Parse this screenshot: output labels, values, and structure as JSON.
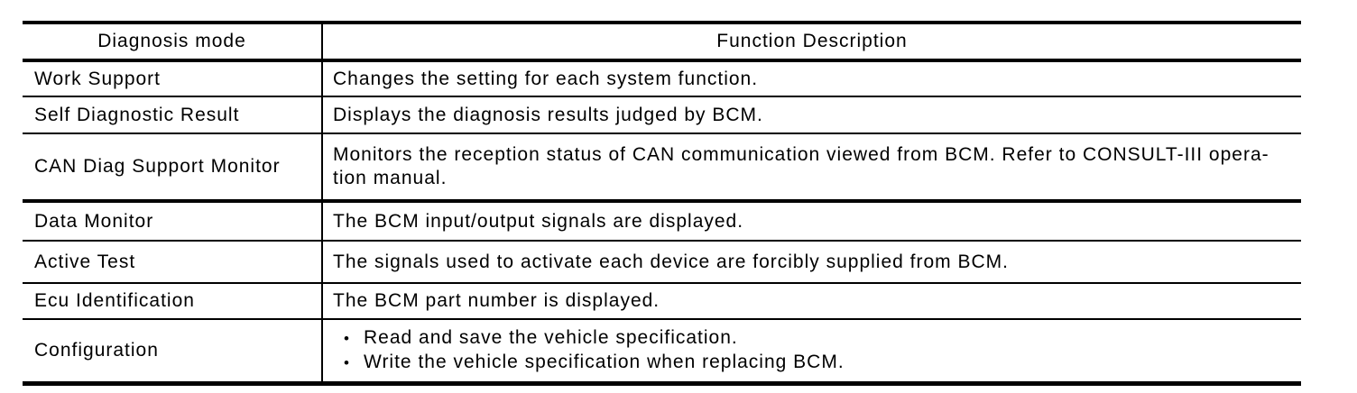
{
  "table": {
    "bullet_glyph": "•",
    "columns": [
      {
        "label": "Diagnosis mode"
      },
      {
        "label": "Function Description"
      }
    ],
    "rows": [
      {
        "mode": "Work Support",
        "description": [
          "Changes the setting for each system function."
        ]
      },
      {
        "mode": "Self Diagnostic Result",
        "description": [
          "Displays the diagnosis results judged by BCM."
        ]
      },
      {
        "mode": "CAN Diag Support Monitor",
        "description": [
          "Monitors the reception status of CAN communication viewed from BCM. Refer to CONSULT-III opera-",
          "tion manual."
        ]
      },
      {
        "mode": "Data Monitor",
        "description": [
          "The BCM input/output signals are displayed."
        ]
      },
      {
        "mode": "Active Test",
        "description": [
          "The signals used to activate each device are forcibly supplied from BCM."
        ]
      },
      {
        "mode": "Ecu Identification",
        "description": [
          "The BCM part number is displayed."
        ]
      },
      {
        "mode": "Configuration",
        "bullets": [
          "Read and save the vehicle specification.",
          "Write the vehicle specification when replacing BCM."
        ]
      }
    ]
  }
}
